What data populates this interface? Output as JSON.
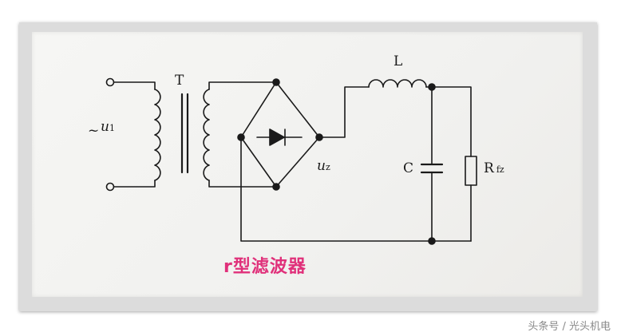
{
  "labels": {
    "input_voltage_sym": "~",
    "input_voltage_var": "u",
    "input_voltage_sub": "1",
    "transformer": "T",
    "inductor": "L",
    "capacitor": "C",
    "load_main": "R",
    "load_sub": "fz",
    "output_voltage_var": "u",
    "output_voltage_sub": "z"
  },
  "caption": "r型滤波器",
  "watermark": "头条号 / 光头机电"
}
